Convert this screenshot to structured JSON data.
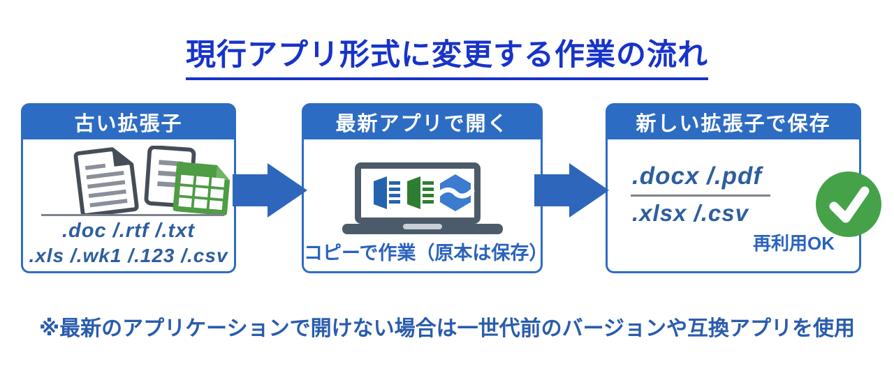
{
  "title": "現行アプリ形式に変更する作業の流れ",
  "steps": [
    {
      "header": "古い拡張子",
      "extensions_line1": ".doc /.rtf /.txt",
      "extensions_line2": ".xls /.wk1 /.123 /.csv",
      "icons": [
        "document-icon",
        "document-back-icon",
        "spreadsheet-icon"
      ]
    },
    {
      "header": "最新アプリで開く",
      "caption": "コピーで作業（原本は保存）",
      "icons": [
        "laptop-icon",
        "word-app-icon",
        "excel-app-icon",
        "wave-hexagon-app-icon"
      ]
    },
    {
      "header": "新しい拡張子で保存",
      "extensions_line1": ".docx /.pdf",
      "extensions_line2": ".xlsx /.csv",
      "badge_label": "再利用OK",
      "icons": [
        "check-circle-icon"
      ]
    }
  ],
  "footnote": "※最新のアプリケーションで開けない場合は一世代前のバージョンや互換アプリを使用",
  "colors": {
    "title_blue": "#1733C9",
    "header_blue": "#2D6CC3",
    "arrow_blue": "#2E66BB",
    "extension_text_blue": "#2D5E9E",
    "caption_blue": "#2A63BE",
    "footnote_blue": "#2A5CAD",
    "check_green": "#45A249",
    "spreadsheet_green": "#4E9C44",
    "laptop_slate": "#4C5B69"
  }
}
